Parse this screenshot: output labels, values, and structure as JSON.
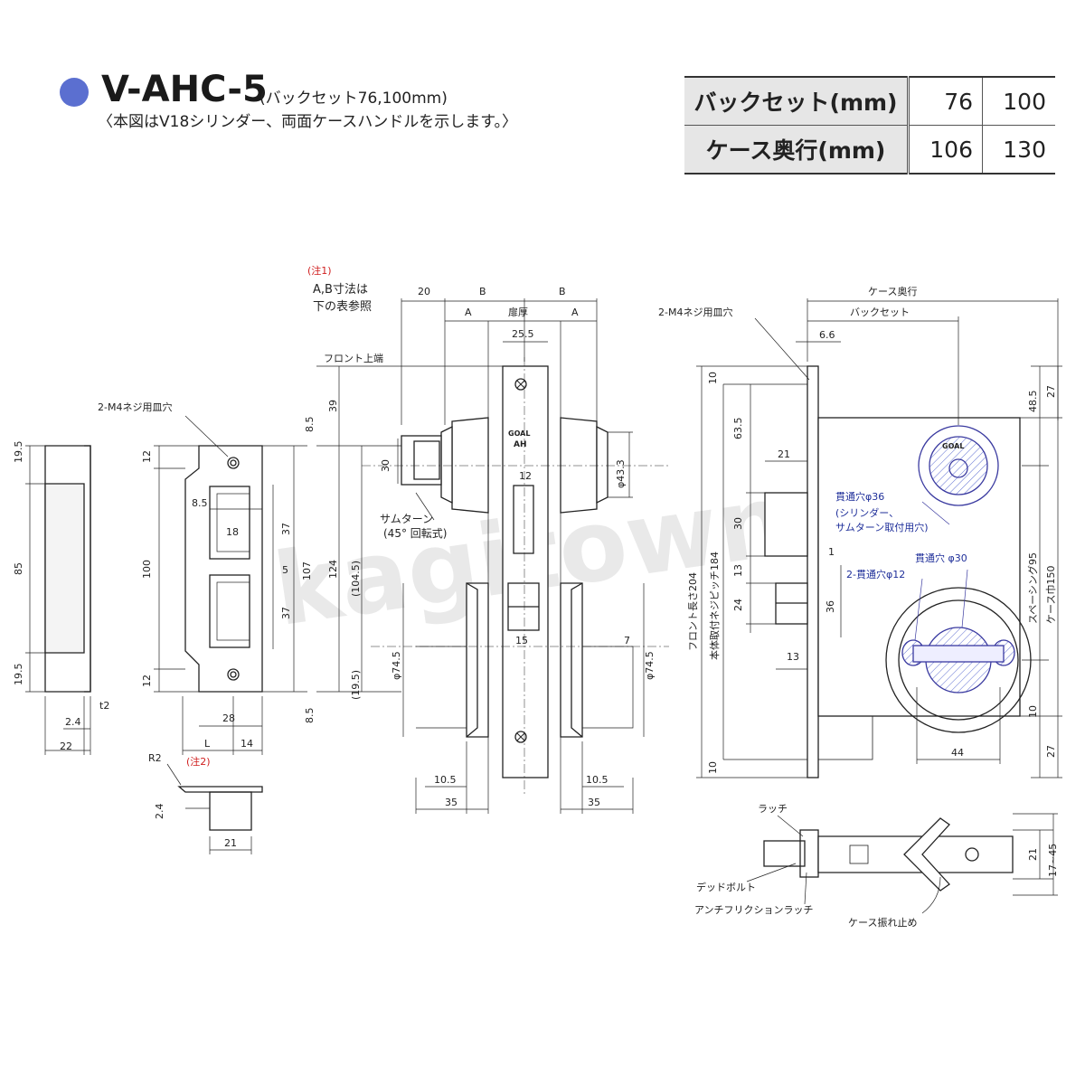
{
  "header": {
    "title": "V-AHC-5",
    "subtitle": "(バックセット76,100mm)",
    "note": "〈本図はV18シリンダー、両面ケースハンドルを示します。〉"
  },
  "spec_table": {
    "rows": [
      {
        "label": "バックセット(mm)",
        "values": [
          "76",
          "100"
        ]
      },
      {
        "label": "ケース奥行(mm)",
        "values": [
          "106",
          "130"
        ]
      }
    ]
  },
  "watermark": "kagitown",
  "colors": {
    "bullet": "#5b6fd0",
    "accent_line": "#3a3aa0",
    "note_red": "#d02020",
    "blue_label": "#1f2f9a"
  },
  "strike": {
    "screw_label": "2-M4ネジ用皿穴",
    "dims": {
      "top_flange": "19.5",
      "height": "85",
      "bottom_flange": "19.5",
      "t2": "t2",
      "lip": "2.4",
      "depth": "22",
      "top12": "12",
      "bot12": "12",
      "plate": "100",
      "w85": "8.5",
      "w18": "18",
      "h37a": "37",
      "gap5": "5",
      "h37b": "37",
      "h107": "107",
      "w28": "28",
      "L": "L",
      "w14": "14"
    },
    "detail": {
      "r2": "R2",
      "note2": "(注2)",
      "t24": "2.4",
      "w21": "21"
    }
  },
  "front_view": {
    "note1": "(注1)",
    "note1_text1": "A,B寸法は",
    "note1_text2": "下の表参照",
    "front_top_label": "フロント上端",
    "dims": {
      "d20": "20",
      "B1": "B",
      "B2": "B",
      "A1": "A",
      "door": "扉厚",
      "A2": "A",
      "d25_5": "25.5",
      "d39": "39",
      "d8_5a": "8.5",
      "d124": "124",
      "d104_5": "(104.5)",
      "d19_5": "(19.5)",
      "d8_5b": "8.5",
      "d30": "30",
      "d43_3": "φ43.3",
      "d12": "12",
      "d74_5a": "φ74.5",
      "d74_5b": "φ74.5",
      "d7": "7",
      "d15": "15",
      "d10_5a": "10.5",
      "d35a": "35",
      "d10_5b": "10.5",
      "d35b": "35"
    },
    "thumbturn_label1": "サムターン",
    "thumbturn_label2": "(45° 回転式)",
    "cyl_brand": "GOAL",
    "cyl_brand2": "AH"
  },
  "case_view": {
    "labels": {
      "case_depth": "ケース奥行",
      "backset": "バックセット",
      "screw": "2-M4ネジ用皿穴",
      "hole36a": "貫通穴φ36",
      "hole36b": "(シリンダー、",
      "hole36c": "サムターン取付用穴)",
      "hole30": "貫通穴 φ30",
      "hole12": "2-貫通穴φ12",
      "front_len": "フロント長さ204",
      "pitch": "本体取付ネジピッチ184",
      "spacing": "スペーシング95",
      "case_w": "ケース巾150",
      "brand": "GOAL"
    },
    "dims": {
      "d6_6": "6.6",
      "d10a": "10",
      "d63_5": "63.5",
      "d21": "21",
      "d30": "30",
      "d13a": "13",
      "d24": "24",
      "d13b": "13",
      "d10b": "10",
      "d1": "1",
      "d36": "36",
      "d48_5": "48.5",
      "d27a": "27",
      "d10c": "10",
      "d27b": "27",
      "d44": "44"
    }
  },
  "section_view": {
    "labels": {
      "latch": "ラッチ",
      "deadbolt": "デッドボルト",
      "anti": "アンチフリクションラッチ",
      "stop": "ケース振れ止め"
    },
    "dims": {
      "d21": "21",
      "d17_45": "17~45"
    }
  }
}
